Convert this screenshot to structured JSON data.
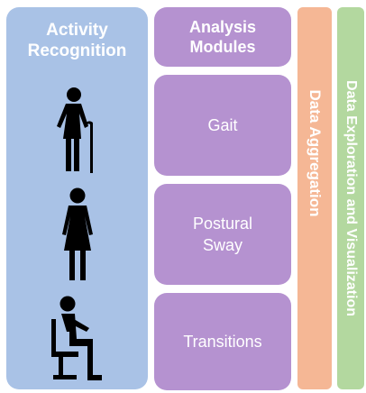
{
  "activity": {
    "title": "Activity\nRecognition",
    "icons": [
      "elderly-with-cane-icon",
      "standing-woman-icon",
      "seated-person-icon"
    ]
  },
  "modules": {
    "header": "Analysis\nModules",
    "items": [
      "Gait",
      "Postural\nSway",
      "Transitions"
    ]
  },
  "aggregation": {
    "label": "Data Aggregation"
  },
  "exploration": {
    "label": "Data Exploration and Visualization"
  },
  "colors": {
    "activity_panel": "#a9c2e6",
    "module_box": "#b592d0",
    "aggregation_bar": "#f5b795",
    "exploration_bar": "#b3d89f",
    "text": "#ffffff",
    "icon": "#000000"
  }
}
